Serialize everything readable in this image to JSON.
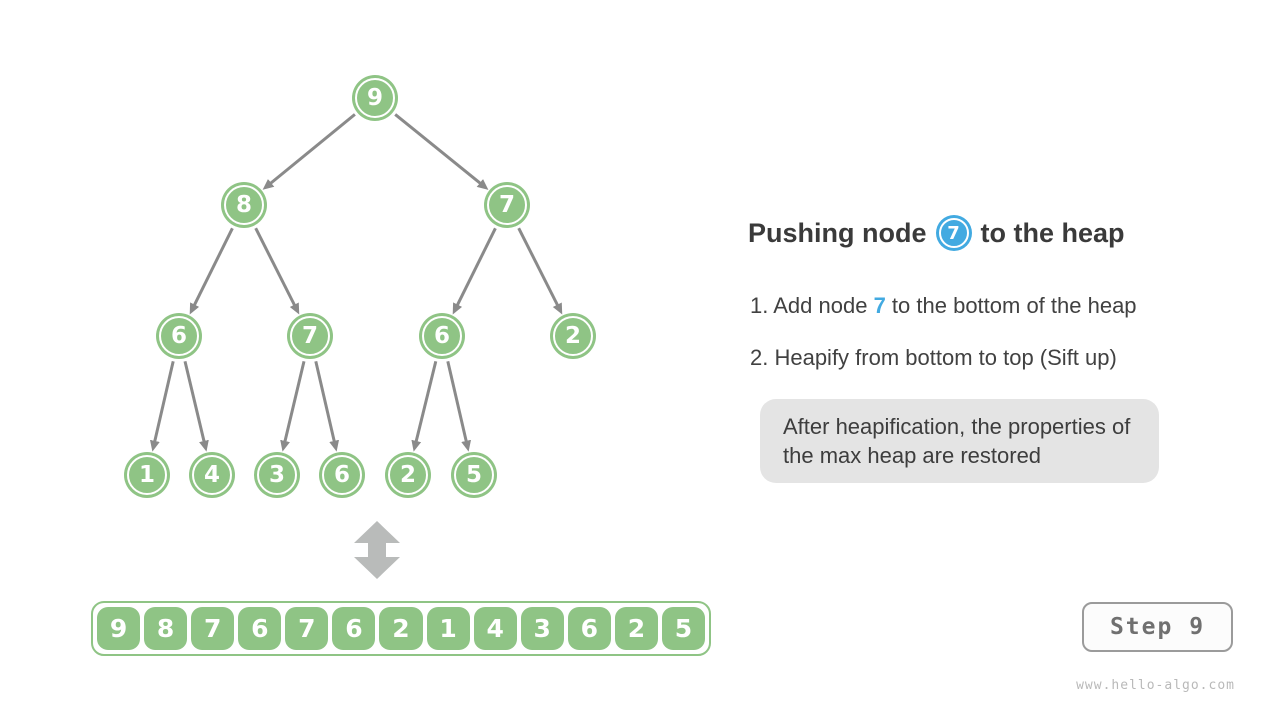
{
  "diagram": {
    "tree": {
      "nodes": [
        "9",
        "8",
        "7",
        "6",
        "7",
        "6",
        "2",
        "1",
        "4",
        "3",
        "6",
        "2",
        "5"
      ]
    },
    "array": {
      "values": [
        "9",
        "8",
        "7",
        "6",
        "7",
        "6",
        "2",
        "1",
        "4",
        "3",
        "6",
        "2",
        "5"
      ]
    }
  },
  "panel": {
    "title": {
      "prefix": "Pushing node",
      "node_value": "7",
      "suffix": "to the heap"
    },
    "steps": [
      {
        "prefix": "1. Add node ",
        "highlight": "7",
        "suffix": " to the bottom of the heap"
      },
      {
        "prefix": "2. Heapify from bottom to top (Sift up)",
        "highlight": "",
        "suffix": ""
      }
    ],
    "note": "After heapification, the properties of the max heap are restored"
  },
  "footer": {
    "step_label": "Step 9",
    "watermark": "www.hello-algo.com"
  },
  "colors": {
    "node_green": "#8fc485",
    "highlight_blue": "#42aae1",
    "edge_gray": "#8a8a8a",
    "double_arrow_gray": "#b9bbba",
    "note_bg": "#e4e4e4"
  }
}
